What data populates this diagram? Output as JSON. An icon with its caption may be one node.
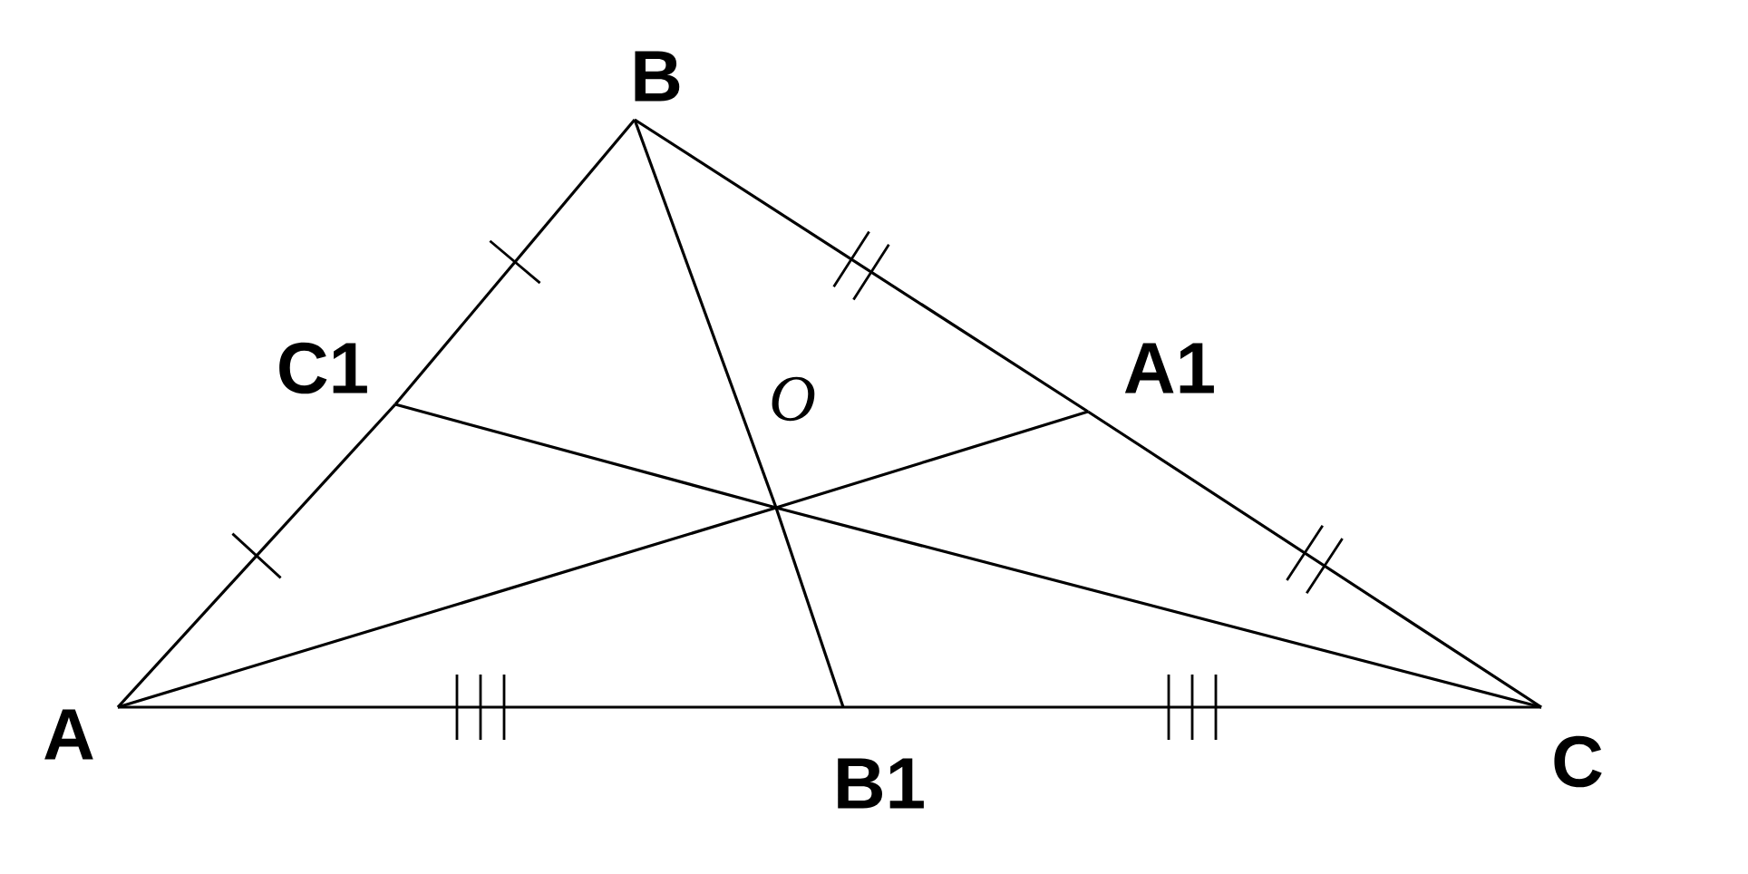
{
  "diagram": {
    "nodes": [
      {
        "text": [
          "A"
        ]
      },
      {
        "text": [
          "B"
        ]
      },
      {
        "text": [
          "C"
        ]
      },
      {
        "text": [
          "A1"
        ]
      },
      {
        "text": [
          "B1"
        ]
      },
      {
        "text": [
          "C1"
        ]
      },
      {
        "text": [
          "O"
        ]
      }
    ],
    "edges": [
      {
        "from": 0,
        "to": 5,
        "arrow": "none"
      },
      {
        "from": 5,
        "to": 1,
        "arrow": "none"
      },
      {
        "from": 1,
        "to": 3,
        "arrow": "none"
      },
      {
        "from": 3,
        "to": 2,
        "arrow": "none"
      },
      {
        "from": 0,
        "to": 4,
        "arrow": "none"
      },
      {
        "from": 4,
        "to": 2,
        "arrow": "none"
      },
      {
        "from": 0,
        "to": 6,
        "arrow": "none"
      },
      {
        "from": 6,
        "to": 3,
        "arrow": "none"
      },
      {
        "from": 1,
        "to": 6,
        "arrow": "none"
      },
      {
        "from": 6,
        "to": 4,
        "arrow": "none"
      },
      {
        "from": 2,
        "to": 6,
        "arrow": "none"
      },
      {
        "from": 6,
        "to": 5,
        "arrow": "none"
      }
    ]
  }
}
